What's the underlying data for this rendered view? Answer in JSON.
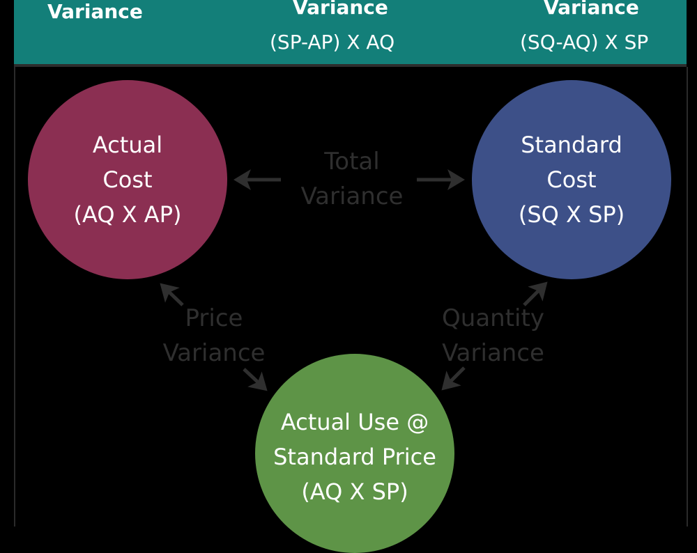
{
  "header": {
    "col1": {
      "title": "Variance"
    },
    "col2": {
      "title": "Variance",
      "formula": "(SP-AP) X AQ"
    },
    "col3": {
      "title": "Variance",
      "formula": "(SQ-AQ) X SP"
    }
  },
  "nodes": {
    "actual_cost": {
      "line1": "Actual",
      "line2": "Cost",
      "line3": "(AQ X AP)",
      "color": "#8b2f52"
    },
    "standard_cost": {
      "line1": "Standard",
      "line2": "Cost",
      "line3": "(SQ X SP)",
      "color": "#3d5088"
    },
    "actual_use": {
      "line1": "Actual Use @",
      "line2": "Standard Price",
      "line3": "(AQ X SP)",
      "color": "#5e9447"
    }
  },
  "edges": {
    "total": {
      "line1": "Total",
      "line2": "Variance"
    },
    "price": {
      "line1": "Price",
      "line2": "Variance"
    },
    "quantity": {
      "line1": "Quantity",
      "line2": "Variance"
    }
  }
}
